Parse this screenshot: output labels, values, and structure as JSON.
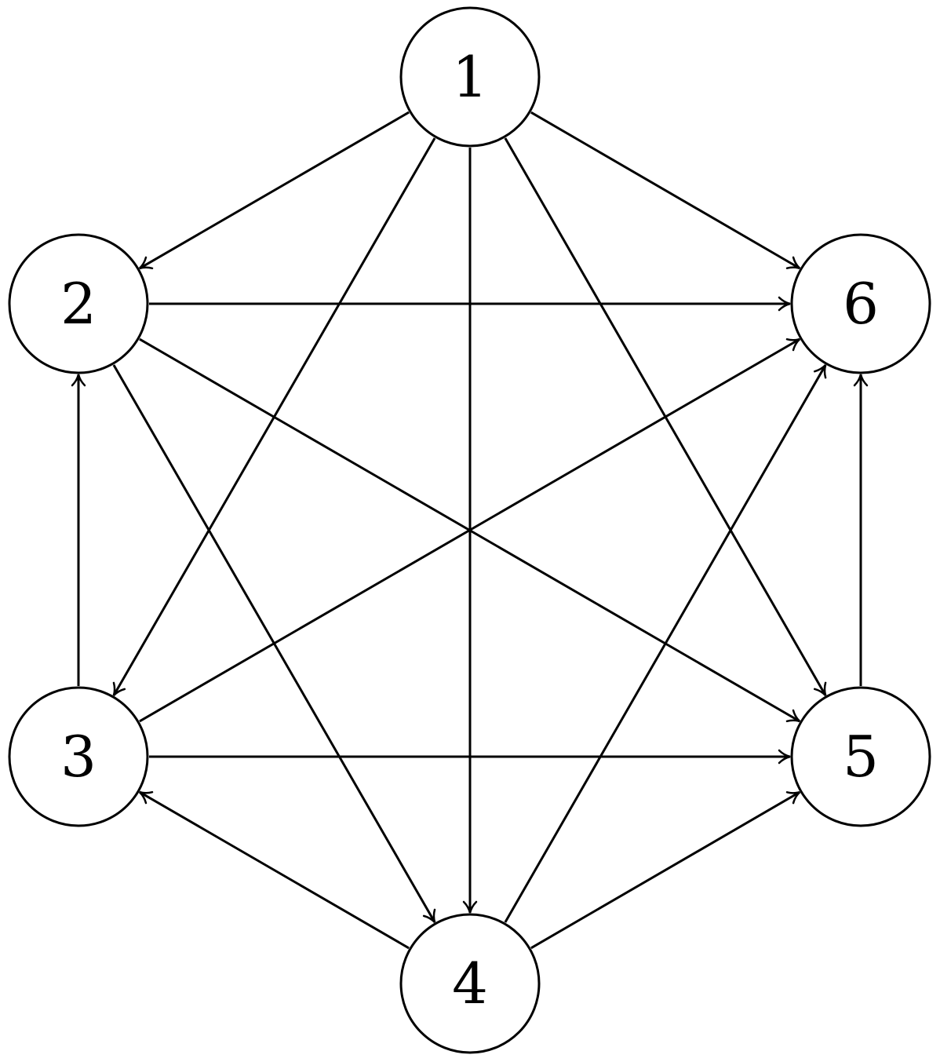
{
  "nodes": [
    {
      "id": "1",
      "label": "1"
    },
    {
      "id": "2",
      "label": "2"
    },
    {
      "id": "3",
      "label": "3"
    },
    {
      "id": "4",
      "label": "4"
    },
    {
      "id": "5",
      "label": "5"
    },
    {
      "id": "6",
      "label": "6"
    }
  ],
  "edges": [
    {
      "from": "1",
      "to": "2"
    },
    {
      "from": "1",
      "to": "3"
    },
    {
      "from": "1",
      "to": "4"
    },
    {
      "from": "1",
      "to": "5"
    },
    {
      "from": "1",
      "to": "6"
    },
    {
      "from": "2",
      "to": "4"
    },
    {
      "from": "2",
      "to": "5"
    },
    {
      "from": "2",
      "to": "6"
    },
    {
      "from": "3",
      "to": "2"
    },
    {
      "from": "3",
      "to": "5"
    },
    {
      "from": "3",
      "to": "6"
    },
    {
      "from": "4",
      "to": "3"
    },
    {
      "from": "4",
      "to": "5"
    },
    {
      "from": "4",
      "to": "6"
    },
    {
      "from": "5",
      "to": "6"
    }
  ],
  "colors": {
    "stroke": "#000000",
    "background": "#ffffff"
  }
}
